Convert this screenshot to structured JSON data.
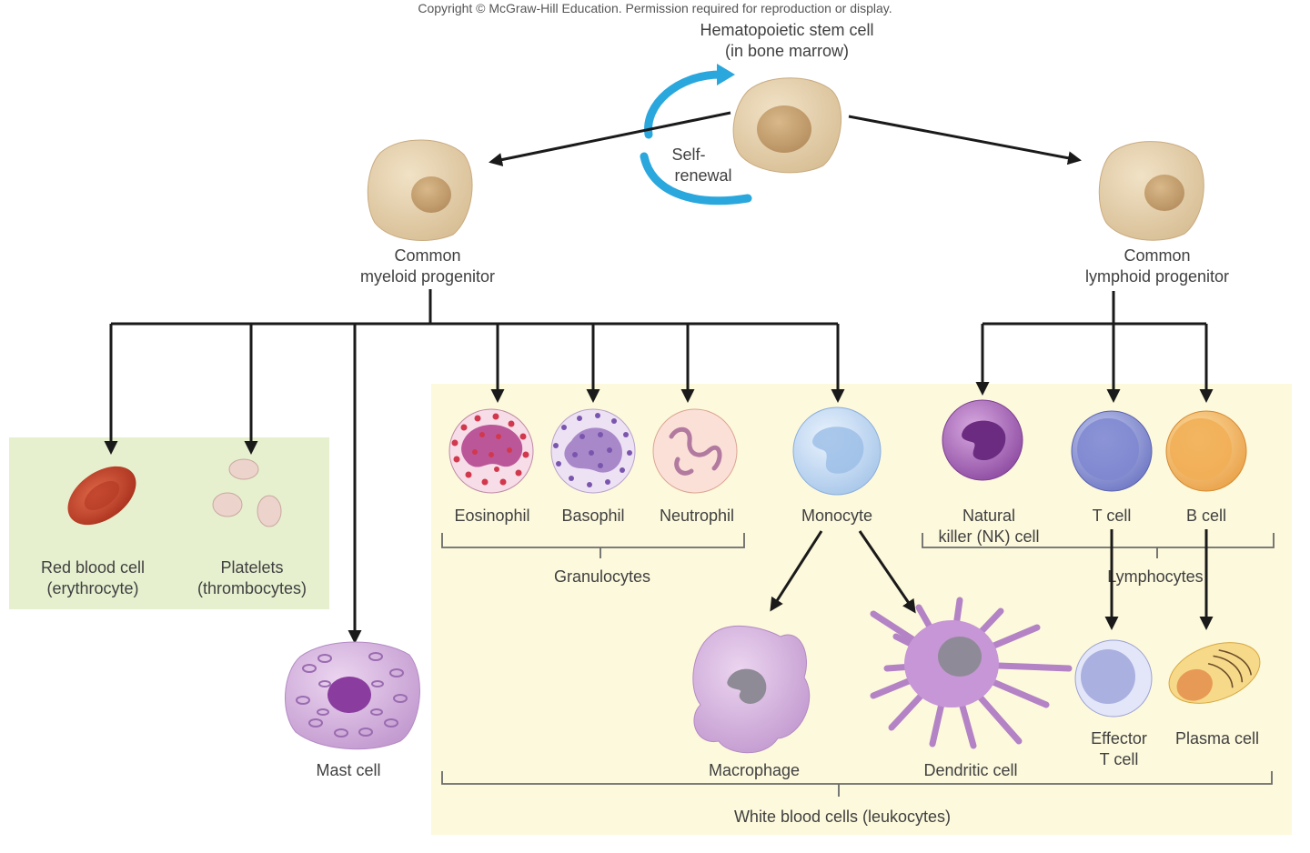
{
  "copyright": "Copyright © McGraw-Hill Education. Permission required for reproduction or display.",
  "stem_cell": {
    "line1": "Hematopoietic stem cell",
    "line2": "(in bone marrow)"
  },
  "self_renewal": {
    "line1": "Self-",
    "line2": "renewal"
  },
  "myeloid": {
    "line1": "Common",
    "line2": "myeloid progenitor"
  },
  "lymphoid": {
    "line1": "Common",
    "line2": "lymphoid progenitor"
  },
  "rbc": {
    "line1": "Red blood cell",
    "line2": "(erythrocyte)"
  },
  "platelets": {
    "line1": "Platelets",
    "line2": "(thrombocytes)"
  },
  "mast_cell": "Mast cell",
  "eosinophil": "Eosinophil",
  "basophil": "Basophil",
  "neutrophil": "Neutrophil",
  "monocyte": "Monocyte",
  "nk_cell": {
    "line1": "Natural",
    "line2": "killer (NK) cell"
  },
  "t_cell": "T cell",
  "b_cell": "B cell",
  "granulocytes": "Granulocytes",
  "lymphocytes": "Lymphocytes",
  "macrophage": "Macrophage",
  "dendritic_cell": "Dendritic cell",
  "effector_t": {
    "line1": "Effector",
    "line2": "T cell"
  },
  "plasma_cell": "Plasma cell",
  "white_blood_cells": "White blood cells (leukocytes)",
  "colors": {
    "progenitor": "#e2cda8",
    "rbc": "#c8442c",
    "green_panel": "#e6f0cf",
    "yellow_panel": "#fdf9dc",
    "renewal_arrow": "#2aa7dd"
  }
}
